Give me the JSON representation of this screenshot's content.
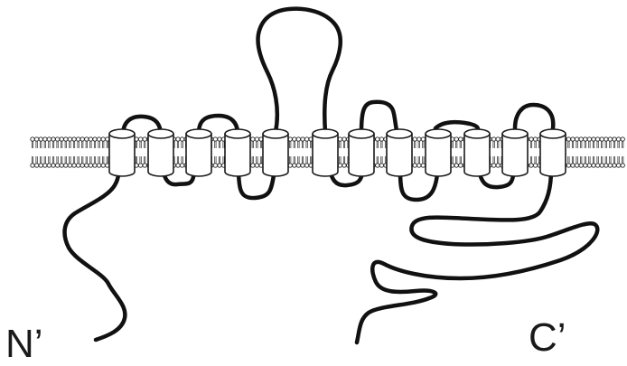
{
  "labels": {
    "n_terminus": "N’",
    "c_terminus": "C’"
  },
  "figure": {
    "transmembrane_segment_count": 12,
    "colors": {
      "chain": "#111111",
      "helix_fill": "#ffffff",
      "helix_stroke": "#1a1a1a",
      "lipid": "#222222"
    }
  }
}
